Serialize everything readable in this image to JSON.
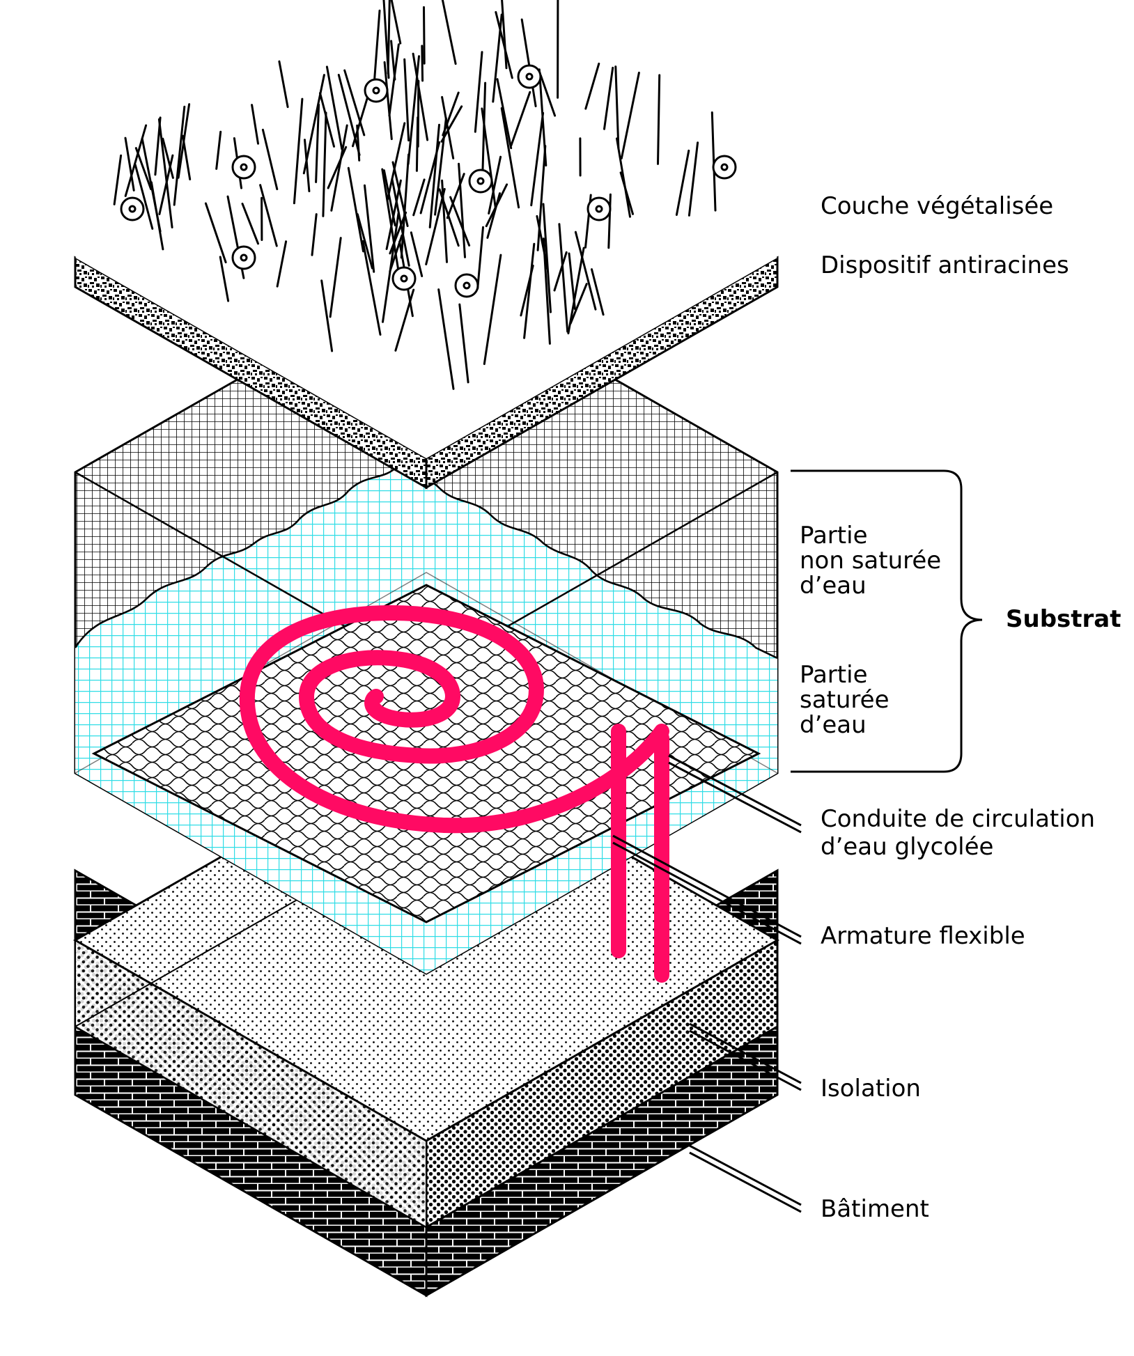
{
  "colors": {
    "water": "#2fdde6",
    "pipe": "#ff0a63",
    "ink": "#000000",
    "paper": "#ffffff"
  },
  "labels": {
    "vegetated_layer": "Couche végétalisée",
    "root_barrier": "Dispositif antiracines",
    "unsaturated": [
      "Partie",
      "non saturée",
      "d’eau"
    ],
    "saturated": [
      "Partie",
      "saturée",
      "d’eau"
    ],
    "substrate": "Substrat",
    "glycol_pipe": [
      "Conduite de circulation",
      "d’eau glycolée"
    ],
    "flexible_mesh": "Armature flexible",
    "insulation": "Isolation",
    "building": "Bâtiment"
  }
}
